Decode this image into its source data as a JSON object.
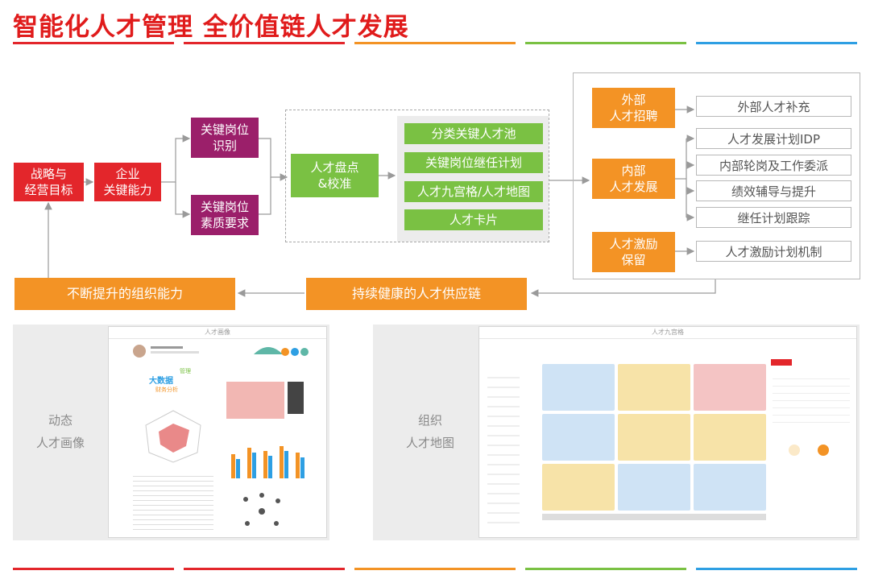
{
  "title": "智能化人才管理 全价值链人才发展",
  "colors": {
    "red": "#e3262b",
    "purple": "#9b1f6a",
    "green": "#7ac143",
    "orange": "#f39325",
    "blue": "#2e9fe3"
  },
  "flow": {
    "strategy": "战略与\n经营目标",
    "capability": "企业\n关键能力",
    "position_identify": "关键岗位\n识别",
    "position_quality": "关键岗位\n素质要求",
    "review": "人才盘点\n&校准",
    "outputs": [
      "分类关键人才池",
      "关键岗位继任计划",
      "人才九宫格/人才地图",
      "人才卡片"
    ],
    "external_recruit": "外部\n人才招聘",
    "internal_develop": "内部\n人才发展",
    "incentive": "人才激励\n保留",
    "actions": [
      "外部人才补充",
      "人才发展计划IDP",
      "内部轮岗及工作委派",
      "绩效辅导与提升",
      "继任计划跟踪",
      "人才激励计划机制"
    ],
    "supply_chain": "持续健康的人才供应链",
    "org_capability": "不断提升的组织能力"
  },
  "panels": {
    "left_label": "动态\n人才画像",
    "left_window_title": "人才画像",
    "left_tags": [
      "大数据",
      "财务分析",
      "管理"
    ],
    "right_label": "组织\n人才地图",
    "right_window_title": "人才九宫格"
  }
}
